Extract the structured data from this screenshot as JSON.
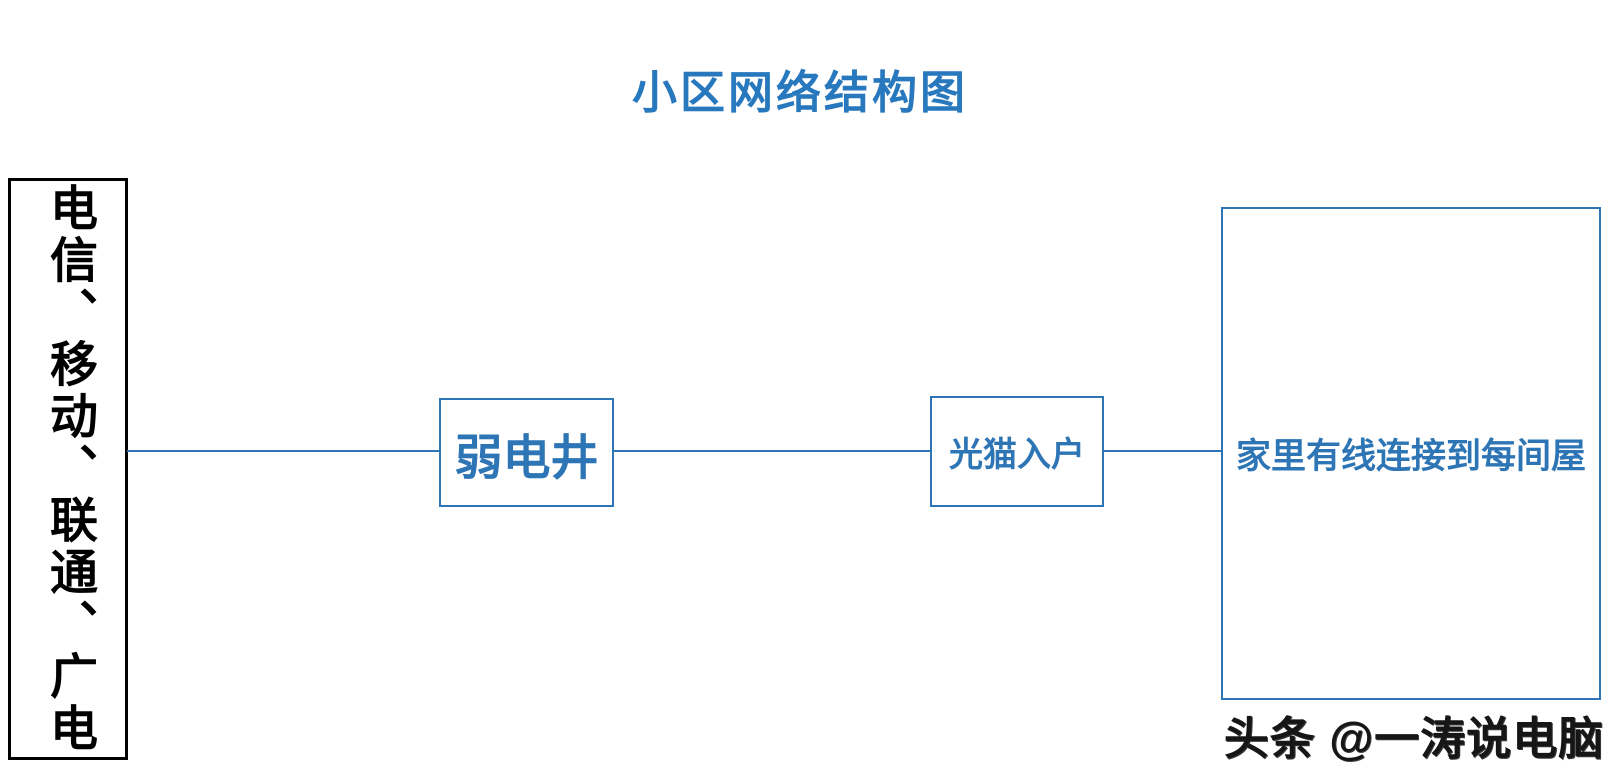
{
  "title": {
    "text": "小区网络结构图",
    "color": "#2878be"
  },
  "diagram": {
    "accent_color": "#2e75b6",
    "provider_box": {
      "label": "电信、移动、联通、广电",
      "border_color": "#000000",
      "text_color": "#000000"
    },
    "nodes": [
      {
        "id": "weak-current-well",
        "label": "弱电井"
      },
      {
        "id": "optical-modem-entry",
        "label": "光猫入户"
      },
      {
        "id": "home-wired-rooms",
        "label": "家里有线连接到每间屋"
      }
    ],
    "connections": [
      {
        "from": "isp-providers",
        "to": "weak-current-well"
      },
      {
        "from": "weak-current-well",
        "to": "optical-modem-entry"
      },
      {
        "from": "optical-modem-entry",
        "to": "home-wired-rooms"
      }
    ]
  },
  "watermark": {
    "text": "头条 @一涛说电脑"
  }
}
